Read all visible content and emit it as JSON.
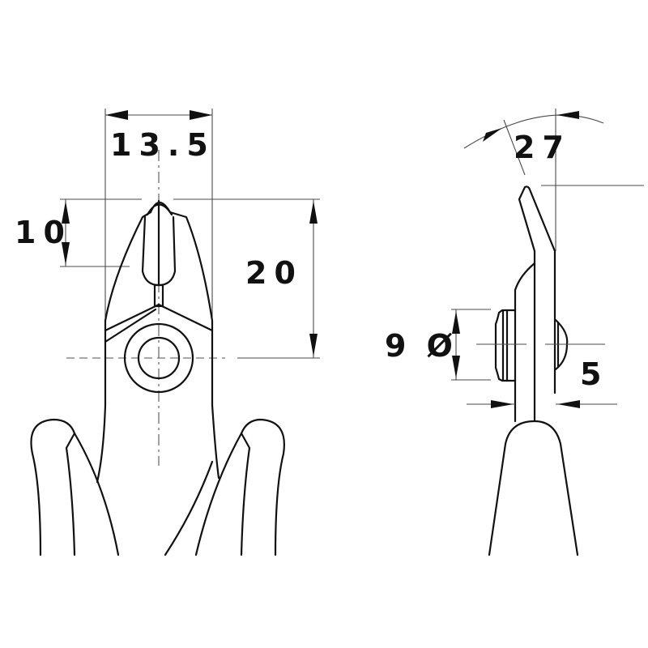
{
  "drawing": {
    "subject": "side cutting pliers technical drawing",
    "views": [
      "front-view",
      "side-view"
    ],
    "line_color": "#111111",
    "dimension_line_color": "#4a4a4a",
    "background": "#ffffff"
  },
  "dimensions": {
    "jaw_width": {
      "value": "13.5",
      "unit": "mm"
    },
    "cutting_edge_length": {
      "value": "10",
      "unit": "mm"
    },
    "head_length": {
      "value": "20",
      "unit": "mm"
    },
    "head_angle": {
      "value": "27",
      "unit": "deg"
    },
    "rivet_diameter": {
      "value": "9 Ø",
      "unit": "mm"
    },
    "head_thickness": {
      "value": "5",
      "unit": "mm"
    }
  }
}
